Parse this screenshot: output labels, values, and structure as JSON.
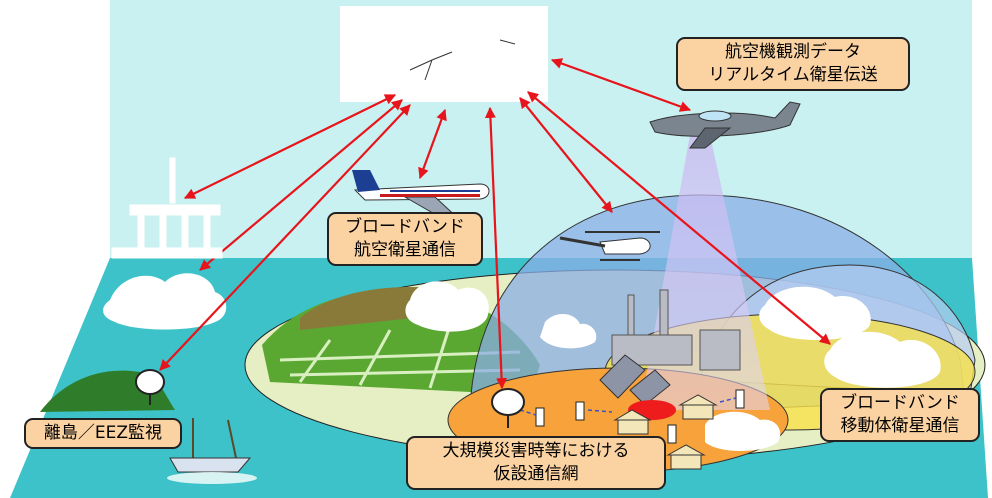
{
  "labels": {
    "aircraft_observation": [
      "航空機観測データ",
      "リアルタイム衛星伝送"
    ],
    "broadband_aviation": [
      "ブロードバンド",
      "航空衛星通信"
    ],
    "broadband_mobile": [
      "ブロードバンド",
      "移動体衛星通信"
    ],
    "island_eez": [
      "離島／EEZ監視"
    ],
    "disaster_network": [
      "大規模災害時等における",
      "仮設通信網"
    ]
  },
  "colors": {
    "sky": "#c9f1f1",
    "sea": "#3cc2c8",
    "link_arrow": "#e8141c",
    "callout_fill": "#fbd3a3",
    "dome": "#8aaee6",
    "disaster_zone": "#f7a23a",
    "green_zone": "#e6efc3"
  },
  "icons": [
    "satellite-icon",
    "jet-airliner-icon",
    "observation-aircraft-icon",
    "helicopter-icon",
    "oil-platform-icon",
    "satellite-dish-icon",
    "fishing-boat-icon",
    "house-icon",
    "factory-icon",
    "cell-antenna-icon"
  ]
}
